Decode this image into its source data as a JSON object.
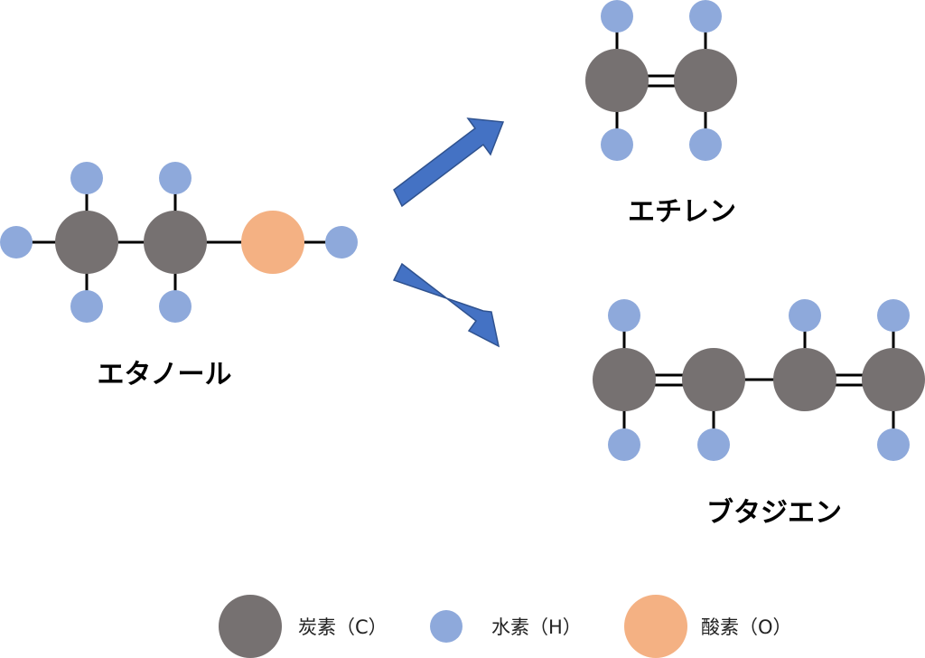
{
  "molecules": {
    "ethanol": {
      "label": "エタノール"
    },
    "ethylene": {
      "label": "エチレン"
    },
    "butadiene": {
      "label": "ブタジエン"
    }
  },
  "legend": {
    "carbon": {
      "label": "炭素（C）"
    },
    "hydrogen": {
      "label": "水素（H）"
    },
    "oxygen": {
      "label": "酸素（O）"
    }
  },
  "colors": {
    "carbon": "#767171",
    "hydrogen": "#8EA9DB",
    "oxygen": "#F4B183",
    "bond": "#000000",
    "arrow_fill": "#4472C4",
    "arrow_stroke": "#2F528F"
  }
}
